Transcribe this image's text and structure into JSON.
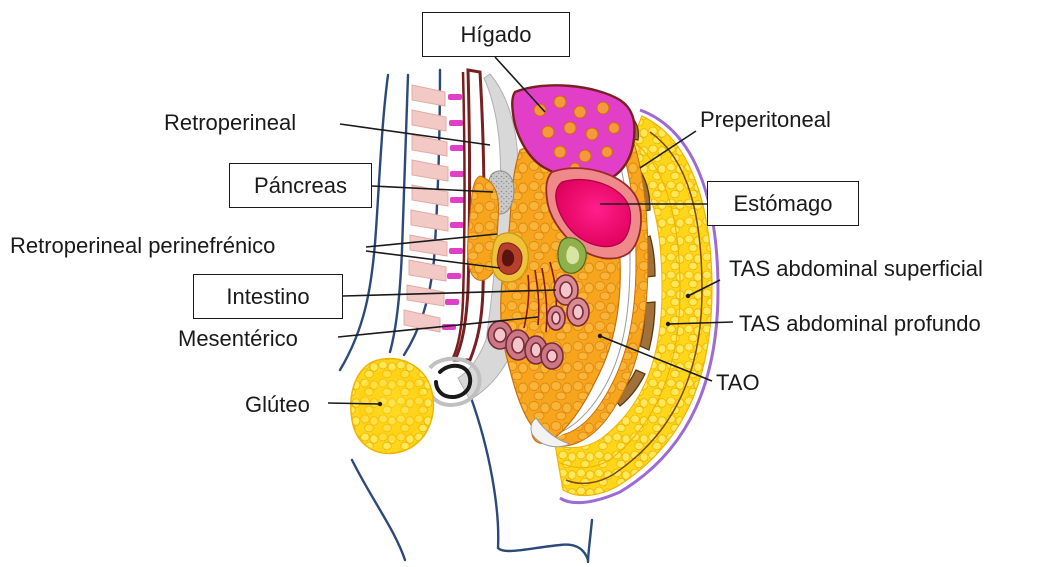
{
  "labels": {
    "higado": "Hígado",
    "retroperineal": "Retroperineal",
    "pancreas": "Páncreas",
    "retroperineal_perinefrenico": "Retroperineal perinefrénico",
    "intestino": "Intestino",
    "mesenterico": "Mesentérico",
    "gluteo": "Glúteo",
    "preperitoneal": "Preperitoneal",
    "estomago": "Estómago",
    "tas_superficial": "TAS abdominal superficial",
    "tas_profundo": "TAS abdominal profundo",
    "tao": "TAO"
  },
  "colors": {
    "liver": "#e23fc9",
    "stomach": "#f0127a",
    "fat": "#f5a21a",
    "subcutaneous_fat": "#ffe01a",
    "outline": "#2b4a7a"
  }
}
